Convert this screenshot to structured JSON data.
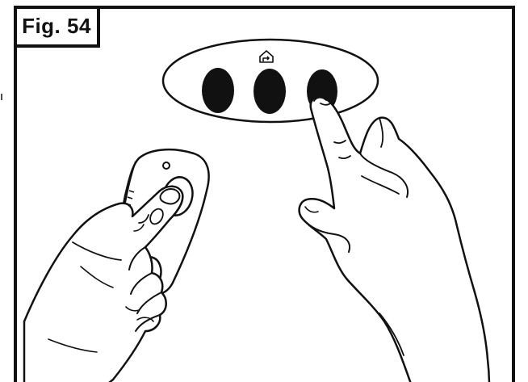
{
  "figure": {
    "label": "Fig. 54"
  },
  "colors": {
    "ink": "#111111",
    "paper": "#ffffff"
  },
  "illustration": {
    "panel": {
      "button_count": 3,
      "icon": "home-icon"
    },
    "remote": {
      "button_count": 2
    }
  }
}
